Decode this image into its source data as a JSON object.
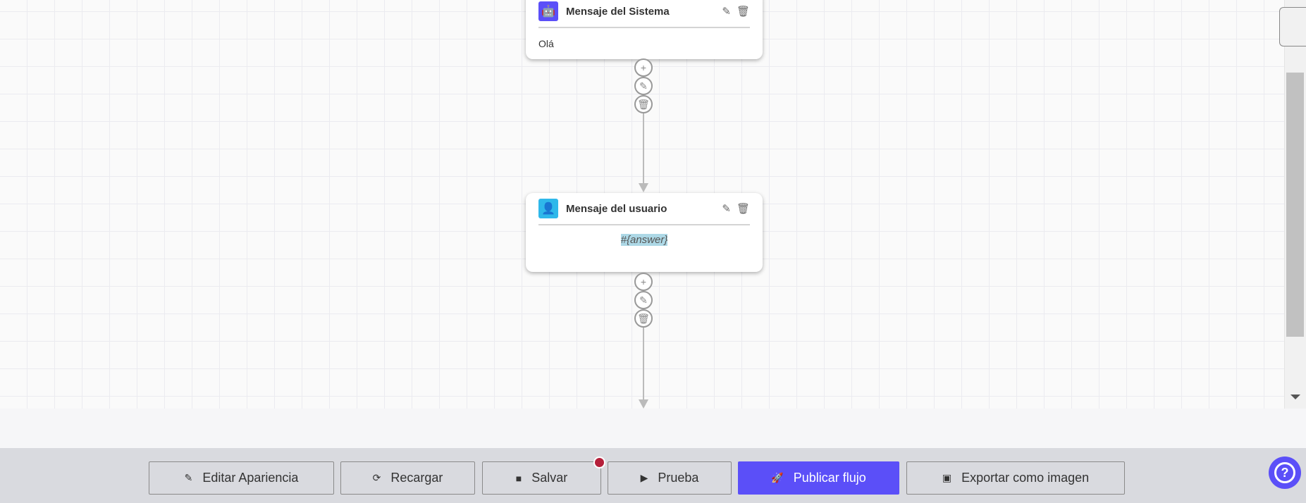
{
  "nodes": [
    {
      "title": "Mensaje del Sistema",
      "icon": "robot-icon",
      "icon_color": "#5b4ff8",
      "content": "Olá"
    },
    {
      "title": "Mensaje del usuario",
      "icon": "user-icon",
      "icon_color": "#2fb8ea",
      "content": "#{answer}"
    }
  ],
  "toolbar": {
    "edit_appearance": "Editar Apariencia",
    "reload": "Recargar",
    "save": "Salvar",
    "test": "Prueba",
    "publish": "Publicar flujo",
    "export": "Exportar como imagen",
    "help": "?"
  },
  "colors": {
    "accent": "#5b4ff8",
    "unsaved_dot": "#b51f3a"
  }
}
